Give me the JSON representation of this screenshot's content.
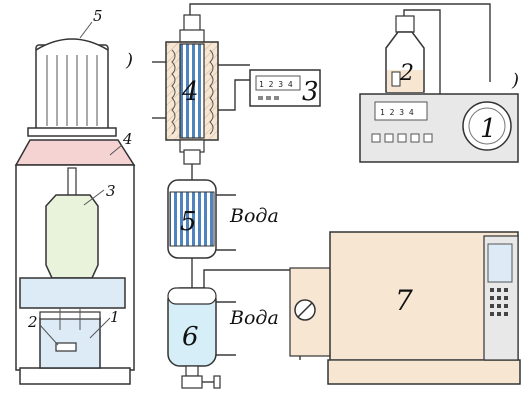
{
  "labels": {
    "one": "1",
    "two": "2",
    "three": "3",
    "four": "4",
    "five": "5",
    "six": "6",
    "seven": "7"
  },
  "left_apparatus": {
    "num1": "1",
    "num2": "2",
    "num3": "3",
    "num4": "4",
    "num5": "5"
  },
  "displays": {
    "controller_3": "1 2 3 4",
    "pump_1": "1 2 3 4"
  },
  "water_1": "Вода",
  "water_2": "Вода",
  "bracket_left": ")",
  "bracket_right": ")",
  "colors": {
    "pink": "#f6d3d3",
    "light_blue": "#dcebf5",
    "blue": "#4f84bf",
    "cyan": "#d6eef7",
    "cream": "#f6e6d2",
    "green": "#e9f3dc",
    "gray": "#e8e8e8"
  }
}
